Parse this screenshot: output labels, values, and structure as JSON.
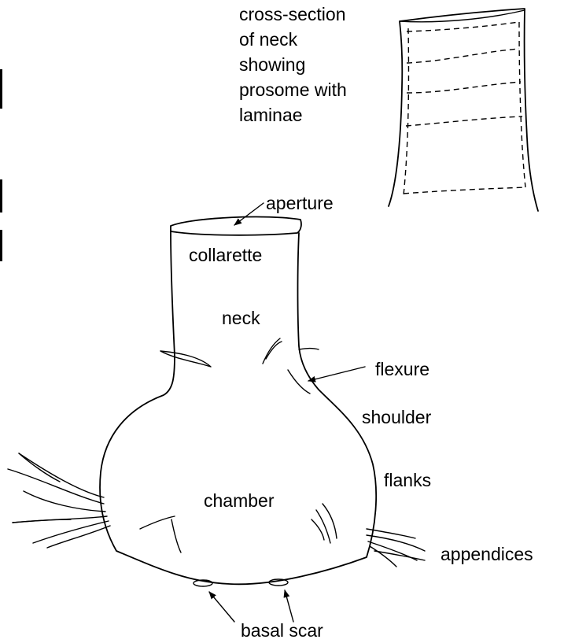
{
  "labels": {
    "cross_section_lines": [
      "cross-section",
      "of neck",
      "showing",
      "prosome with",
      "laminae"
    ],
    "aperture": "aperture",
    "collarette": "collarette",
    "neck": "neck",
    "flexure": "flexure",
    "shoulder": "shoulder",
    "flanks": "flanks",
    "chamber": "chamber",
    "appendices": "appendices",
    "basal_scar": "basal scar"
  }
}
